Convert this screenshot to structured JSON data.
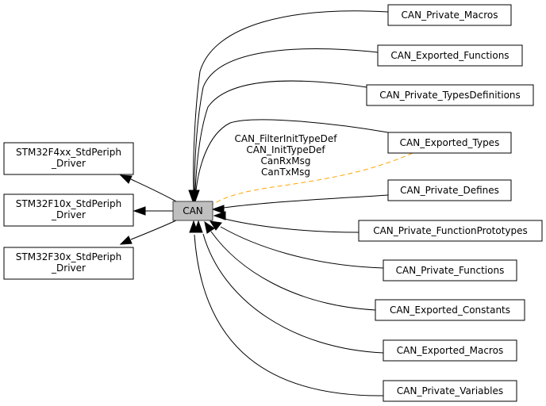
{
  "diagram": {
    "title": "CAN group dependency graph",
    "current_node": "CAN",
    "parents": [
      "STM32F4xx_StdPeriph\n_Driver",
      "STM32F10x_StdPeriph\n_Driver",
      "STM32F30x_StdPeriph\n_Driver"
    ],
    "children": [
      "CAN_Private_Macros",
      "CAN_Exported_Functions",
      "CAN_Private_TypesDefinitions",
      "CAN_Exported_Types",
      "CAN_Private_Defines",
      "CAN_Private_FunctionPrototypes",
      "CAN_Private_Functions",
      "CAN_Exported_Constants",
      "CAN_Exported_Macros",
      "CAN_Private_Variables"
    ],
    "dashed_edge_label": [
      "CAN_FilterInitTypeDef",
      "CAN_InitTypeDef",
      "CanRxMsg",
      "CanTxMsg"
    ],
    "colors": {
      "current_fill": "#bfbfbf",
      "dashed_edge": "#ffa500"
    }
  }
}
